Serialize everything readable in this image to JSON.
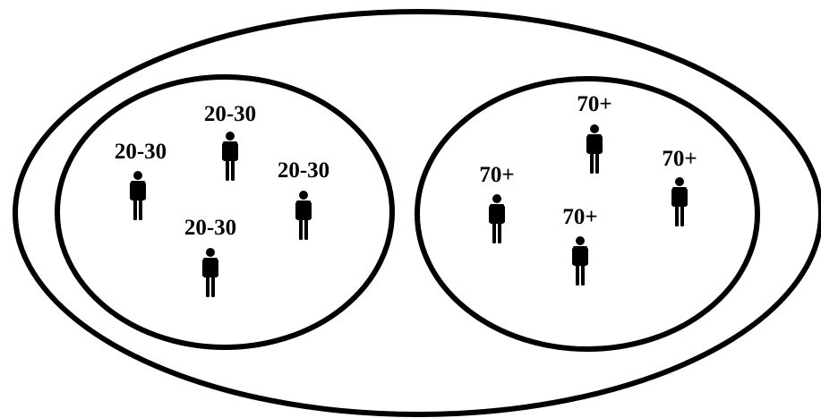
{
  "diagram": {
    "groups": [
      {
        "name": "group-20-30",
        "members": [
          {
            "label": "20-30"
          },
          {
            "label": "20-30"
          },
          {
            "label": "20-30"
          },
          {
            "label": "20-30"
          }
        ]
      },
      {
        "name": "group-70-plus",
        "members": [
          {
            "label": "70+"
          },
          {
            "label": "70+"
          },
          {
            "label": "70+"
          },
          {
            "label": "70+"
          }
        ]
      }
    ]
  }
}
